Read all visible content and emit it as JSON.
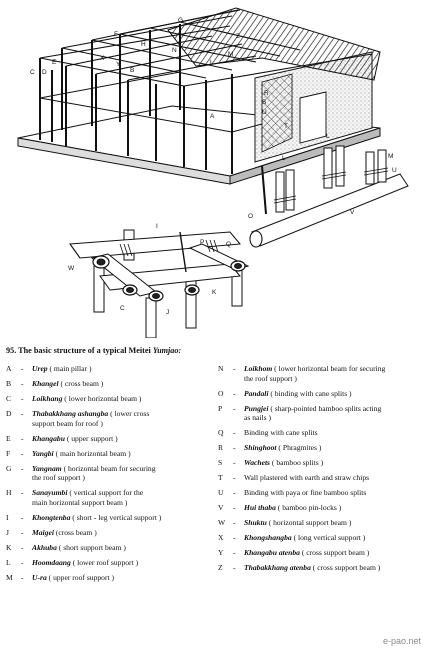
{
  "caption": {
    "number": "95.",
    "text": "The basic structure of a typical Meitei",
    "italic": "Yumjao:"
  },
  "labels": [
    "A",
    "B",
    "C",
    "D",
    "E",
    "F",
    "G",
    "H",
    "I",
    "J",
    "K",
    "L",
    "M",
    "N",
    "O",
    "P",
    "Q",
    "R",
    "S",
    "T",
    "U",
    "V",
    "W",
    "X",
    "Y",
    "Z"
  ],
  "legend": {
    "left": [
      {
        "key": "A",
        "name": "Urep",
        "lines": [
          "( main pillar )"
        ]
      },
      {
        "key": "B",
        "name": "Khangel",
        "lines": [
          "( cross beam )"
        ]
      },
      {
        "key": "C",
        "name": "Loikhang",
        "lines": [
          "( lower horizontal beam )"
        ]
      },
      {
        "key": "D",
        "name": "Thabakkhang ashangba",
        "lines": [
          "( lower cross",
          "support beam for roof )"
        ]
      },
      {
        "key": "E",
        "name": "Khangabu",
        "lines": [
          "( upper support )"
        ]
      },
      {
        "key": "F",
        "name": "Yangbi",
        "lines": [
          "( main horizontal beam )"
        ]
      },
      {
        "key": "G",
        "name": "Yangnam",
        "lines": [
          "( horizontal beam for securing",
          "the roof support )"
        ]
      },
      {
        "key": "H",
        "name": "Sanayumbi",
        "lines": [
          "( vertical support for the",
          "main horizontal support beam )"
        ]
      },
      {
        "key": "I",
        "name": "Khongtenba",
        "lines": [
          "( short - leg vertical support )"
        ]
      },
      {
        "key": "J",
        "name": "Maigei",
        "lines": [
          "(cross beam )"
        ]
      },
      {
        "key": "K",
        "name": "Akhuba",
        "lines": [
          "( short support beam )"
        ]
      },
      {
        "key": "L",
        "name": "Hoomdaang",
        "lines": [
          "( lower roof support )"
        ]
      },
      {
        "key": "M",
        "name": "U-ra",
        "lines": [
          "( upper roof support )"
        ]
      }
    ],
    "right": [
      {
        "key": "N",
        "name": "Loikhom",
        "lines": [
          "( lower horizontal beam for securing",
          "the roof support )"
        ]
      },
      {
        "key": "O",
        "name": "Pandali",
        "lines": [
          "( binding with cane splits )"
        ]
      },
      {
        "key": "P",
        "name": "Pungjei",
        "lines": [
          "( sharp-pointed bamboo splits acting",
          "as nails )"
        ]
      },
      {
        "key": "Q",
        "name": "",
        "lines": [
          "Binding with cane splits"
        ]
      },
      {
        "key": "R",
        "name": "Shinghoot",
        "lines": [
          "( Phragmites )"
        ]
      },
      {
        "key": "S",
        "name": "Wachets",
        "lines": [
          "( bamboo splits )"
        ]
      },
      {
        "key": "T",
        "name": "",
        "lines": [
          "Wall plastered with earth and straw chips"
        ]
      },
      {
        "key": "U",
        "name": "",
        "lines": [
          "Binding with paya or fine bamboo splits"
        ]
      },
      {
        "key": "V",
        "name": "Hui thaba",
        "lines": [
          "( bamboo pin-locks )"
        ]
      },
      {
        "key": "W",
        "name": "Shuktu",
        "lines": [
          "( horizontal support beam )"
        ]
      },
      {
        "key": "X",
        "name": "Khongshangba",
        "lines": [
          "( long vertical support )"
        ]
      },
      {
        "key": "Y",
        "name": "Khangabu atenba",
        "lines": [
          "( cross support beam )"
        ]
      },
      {
        "key": "Z",
        "name": "Thabakkhang atenba",
        "lines": [
          "( cross support beam )"
        ]
      }
    ]
  },
  "watermark": "e-pao.net"
}
